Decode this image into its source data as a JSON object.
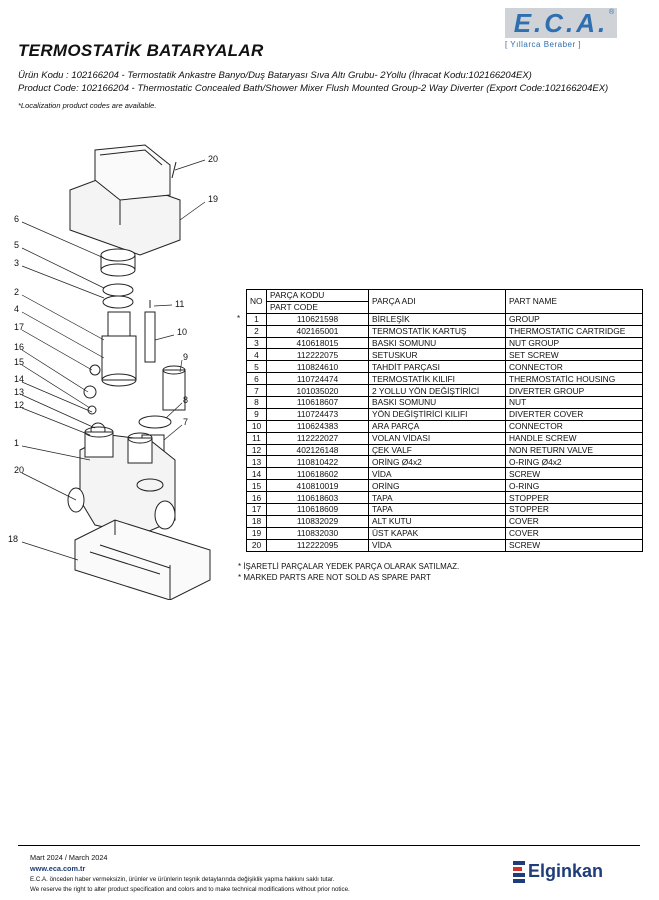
{
  "logo": {
    "text": "E.C.A.",
    "reg": "®",
    "tagline": "[ Yıllarca Beraber ]"
  },
  "title": "TERMOSTATİK BATARYALAR",
  "product": {
    "tr": "Ürün Kodu : 102166204 - Termostatik Ankastre Banyo/Duş Bataryası Sıva Altı Grubu- 2Yollu (İhracat Kodu:102166204EX)",
    "en": "Product Code: 102166204 - Thermostatic Concealed Bath/Shower Mixer Flush Mounted Group-2 Way Diverter (Export Code:102166204EX)",
    "note": "*Localization product codes are available."
  },
  "diagram": {
    "callouts": [
      "20",
      "19",
      "6",
      "5",
      "3",
      "2",
      "4",
      "17",
      "16",
      "15",
      "14",
      "13",
      "12",
      "1",
      "20",
      "18",
      "11",
      "10",
      "9",
      "8",
      "7"
    ]
  },
  "table": {
    "headers": {
      "no": "NO",
      "code_tr": "PARÇA KODU",
      "code_en": "PART CODE",
      "name_tr": "PARÇA ADI",
      "name_en": "PART NAME"
    },
    "star": "*",
    "rows": [
      {
        "no": "1",
        "code": "110621598",
        "tr": "BİRLEŞİK",
        "en": "GROUP"
      },
      {
        "no": "2",
        "code": "402165001",
        "tr": "TERMOSTATİK KARTUŞ",
        "en": "THERMOSTATIC CARTRIDGE"
      },
      {
        "no": "3",
        "code": "410618015",
        "tr": "BASKI SOMUNU",
        "en": "NUT GROUP"
      },
      {
        "no": "4",
        "code": "112222075",
        "tr": "SETUSKUR",
        "en": "SET SCREW"
      },
      {
        "no": "5",
        "code": "110824610",
        "tr": "TAHDİT PARÇASI",
        "en": "CONNECTOR"
      },
      {
        "no": "6",
        "code": "110724474",
        "tr": "TERMOSTATİK KILIFI",
        "en": "THERMOSTATİC HOUSING"
      },
      {
        "no": "7",
        "code": "101035020",
        "tr": "2 YOLLU YÖN DEĞİŞTİRİCİ",
        "en": "DIVERTER GROUP"
      },
      {
        "no": "8",
        "code": "110618607",
        "tr": "BASKI SOMUNU",
        "en": "NUT"
      },
      {
        "no": "9",
        "code": "110724473",
        "tr": "YÖN DEĞİŞTİRİCİ KILIFI",
        "en": "DIVERTER COVER"
      },
      {
        "no": "10",
        "code": "110624383",
        "tr": "ARA PARÇA",
        "en": "CONNECTOR"
      },
      {
        "no": "11",
        "code": "112222027",
        "tr": "VOLAN VİDASI",
        "en": "HANDLE SCREW"
      },
      {
        "no": "12",
        "code": "402126148",
        "tr": "ÇEK VALF",
        "en": "NON RETURN VALVE"
      },
      {
        "no": "13",
        "code": "110810422",
        "tr": "ORİNG Ø4x2",
        "en": "O-RING Ø4x2"
      },
      {
        "no": "14",
        "code": "110618602",
        "tr": "VİDA",
        "en": "SCREW"
      },
      {
        "no": "15",
        "code": "410810019",
        "tr": "ORİNG",
        "en": "O-RING"
      },
      {
        "no": "16",
        "code": "110618603",
        "tr": "TAPA",
        "en": "STOPPER"
      },
      {
        "no": "17",
        "code": "110618609",
        "tr": "TAPA",
        "en": "STOPPER"
      },
      {
        "no": "18",
        "code": "110832029",
        "tr": "ALT KUTU",
        "en": "COVER"
      },
      {
        "no": "19",
        "code": "110832030",
        "tr": "ÜST KAPAK",
        "en": "COVER"
      },
      {
        "no": "20",
        "code": "112222095",
        "tr": "VİDA",
        "en": "SCREW"
      }
    ],
    "footnote_tr": "* İŞARETLİ PARÇALAR YEDEK PARÇA OLARAK SATILMAZ.",
    "footnote_en": "* MARKED PARTS ARE NOT SOLD AS SPARE PART"
  },
  "footer": {
    "date": "Mart 2024  / March 2024",
    "url": "www.eca.com.tr",
    "disclaimer_tr": "E.C.A. önceden haber vermeksizin, ürünler ve ürünlerin teşnik detaylarında değişiklik yapma hakkını saklı tutar.",
    "disclaimer_en": "We reserve the right to alter product specification and colors and to make technical modifications without prior notice.",
    "brand": "Elginkan"
  }
}
